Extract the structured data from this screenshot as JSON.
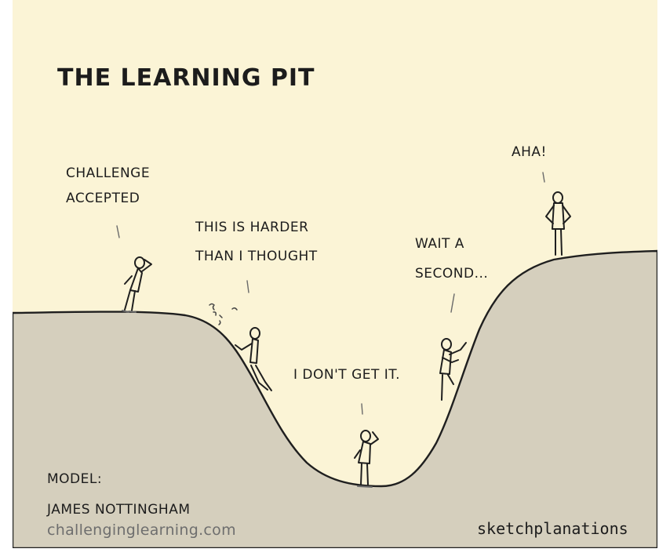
{
  "title": "THE LEARNING PIT",
  "stages": {
    "challenge": {
      "line1": "CHALLENGE",
      "line2": "ACCEPTED"
    },
    "harder": {
      "line1": "THIS IS HARDER",
      "line2": "THAN I THOUGHT"
    },
    "dont_get": {
      "line1": "I DON'T GET IT."
    },
    "wait": {
      "line1": "WAIT A",
      "line2": "SECOND..."
    },
    "aha": {
      "line1": "AHA!"
    }
  },
  "credit": {
    "label": "MODEL:",
    "name": "JAMES NOTTINGHAM",
    "url": "challenginglearning.com"
  },
  "brand": "sketchplanations",
  "colors": {
    "sky": "#fbf4d6",
    "ground": "#d5cfbd",
    "ink": "#1c1c1c"
  }
}
